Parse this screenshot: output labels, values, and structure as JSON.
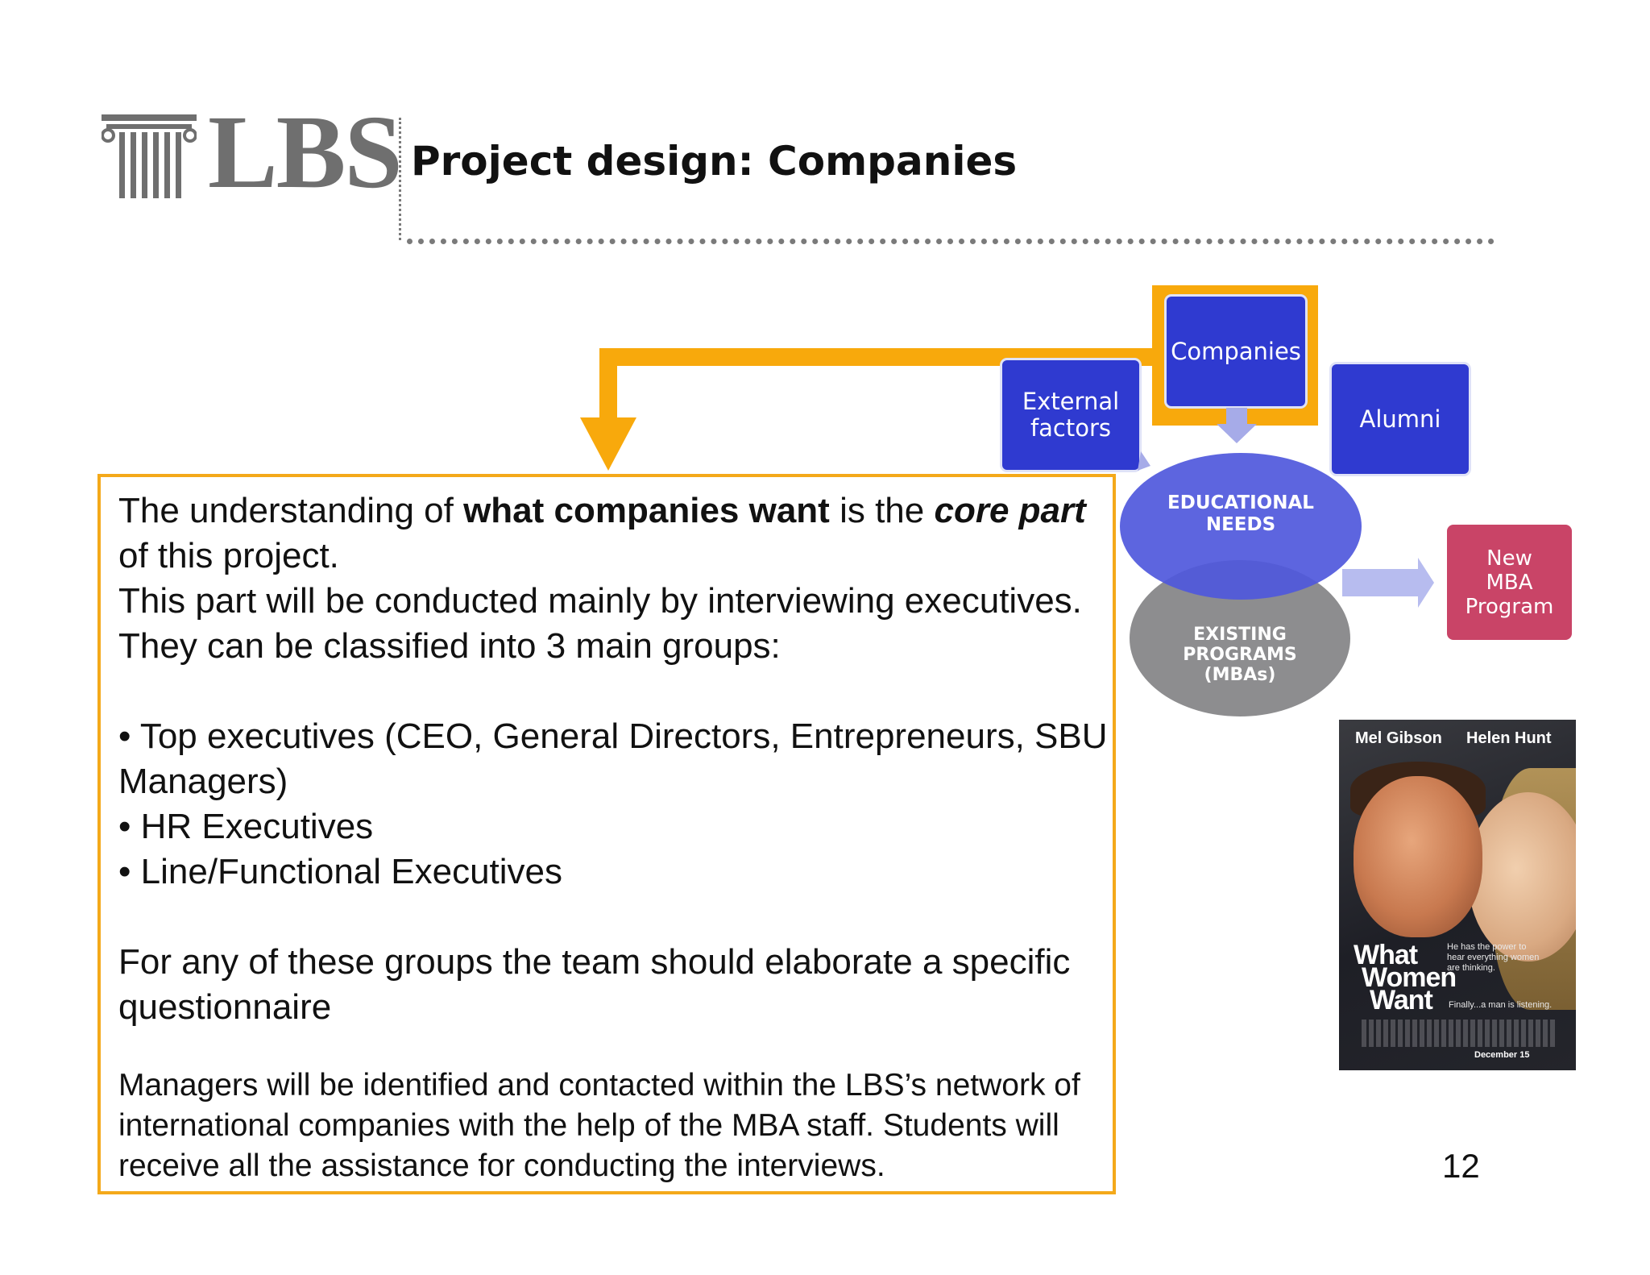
{
  "header": {
    "logo_text": "LBS",
    "title": "Project design: Companies"
  },
  "textbox": {
    "p1": {
      "t1": "The understanding of ",
      "b1": "what companies want",
      "t2": " is the ",
      "bi1": "core part",
      "t3": " of this project."
    },
    "p2": "This part will be conducted mainly by interviewing executives. They can be classified into 3 main groups:",
    "bullets": [
      "• Top executives (CEO, General Directors, Entrepreneurs, SBU Managers)",
      "• HR Executives",
      "• Line/Functional Executives"
    ],
    "p3": "For any of these groups the team should elaborate a specific questionnaire",
    "p4": "Managers will be identified and contacted within the LBS’s network of international companies with the help of the MBA staff. Students will receive all the assistance for conducting the interviews."
  },
  "diagram": {
    "companies": "Companies",
    "external": "External factors",
    "alumni": "Alumni",
    "educational_needs": "EDUCATIONAL NEEDS",
    "existing_programs": "EXISTING PROGRAMS (MBAs)",
    "new_program": "New MBA Program",
    "colors": {
      "blue": "#2f3ad0",
      "orange": "#f8a90c",
      "pink": "#c94467",
      "gray": "#8d8d8f",
      "violet": "#5861d8"
    }
  },
  "poster": {
    "actor1": "Mel Gibson",
    "actor2": "Helen Hunt",
    "title_line1": "What",
    "title_line2": "Women",
    "title_line3": "Want",
    "tagline1": "He has the power to hear everything women are thinking.",
    "tagline2": "Finally...a man is listening.",
    "date": "December 15"
  },
  "page_number": "12"
}
